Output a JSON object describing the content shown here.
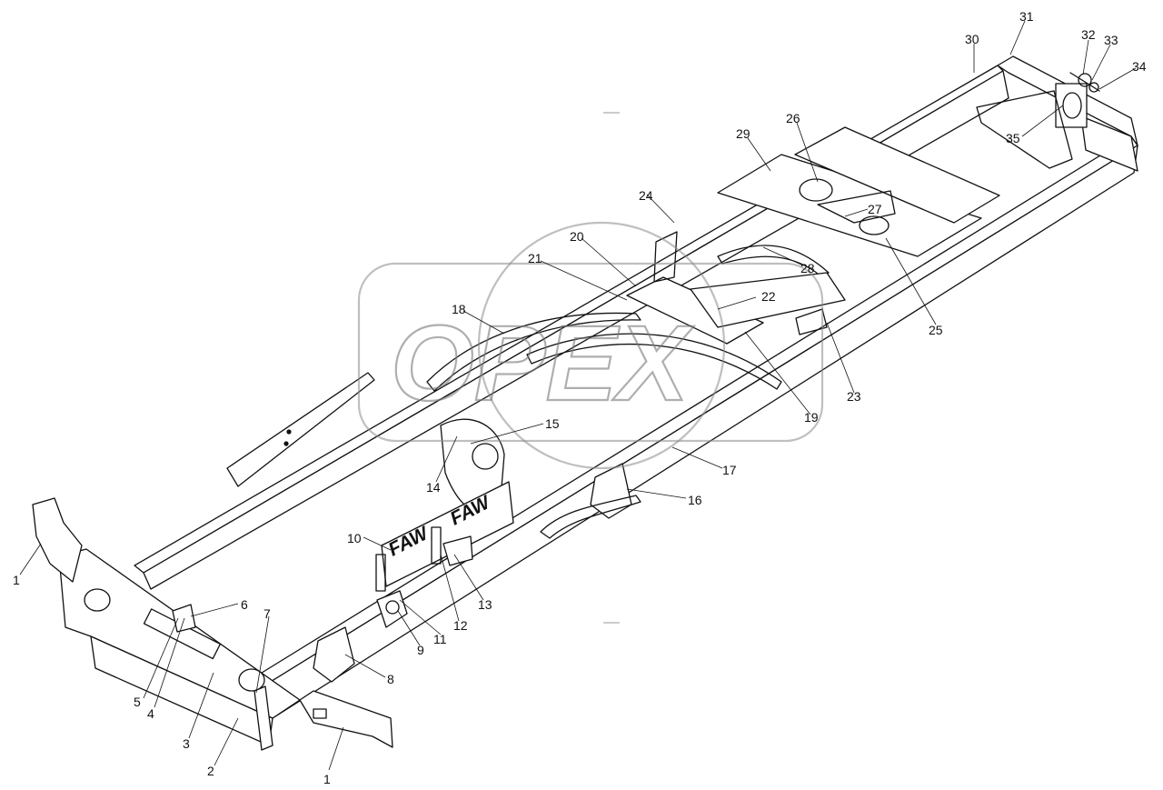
{
  "diagram": {
    "type": "exploded-parts-illustration",
    "watermark": "OPEX",
    "side_logo": "FAW",
    "callouts": [
      "1",
      "1",
      "2",
      "3",
      "4",
      "5",
      "6",
      "7",
      "8",
      "9",
      "10",
      "11",
      "12",
      "13",
      "14",
      "15",
      "16",
      "17",
      "18",
      "19",
      "20",
      "21",
      "22",
      "23",
      "24",
      "25",
      "26",
      "27",
      "28",
      "29",
      "30",
      "31",
      "32",
      "33",
      "34",
      "35"
    ]
  }
}
